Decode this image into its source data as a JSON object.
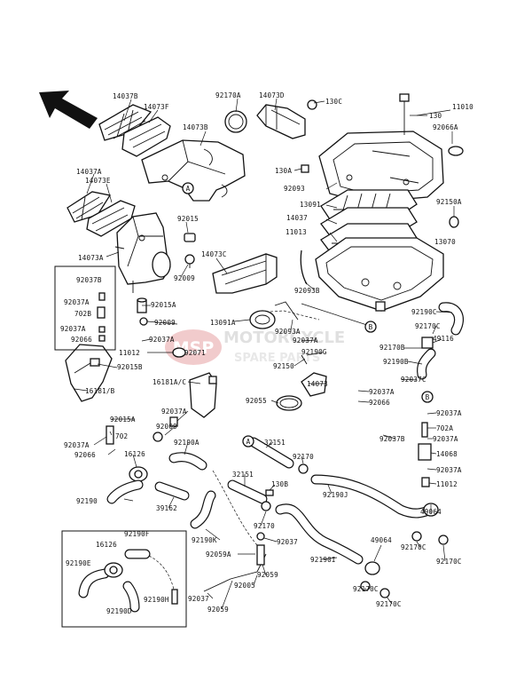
{
  "watermark": {
    "logo": "MSP",
    "line1": "MOTORCYCLE",
    "line2": "SPARE PARTS"
  },
  "callouts": {
    "a": "A",
    "b": "B"
  },
  "parts": [
    {
      "id": "p1",
      "text": "14037B"
    },
    {
      "id": "p2",
      "text": "14073F"
    },
    {
      "id": "p3",
      "text": "92170A"
    },
    {
      "id": "p4",
      "text": "14073D"
    },
    {
      "id": "p5",
      "text": "130C"
    },
    {
      "id": "p6",
      "text": "11010"
    },
    {
      "id": "p7",
      "text": "130"
    },
    {
      "id": "p8",
      "text": "92066A"
    },
    {
      "id": "p9",
      "text": "14073B"
    },
    {
      "id": "p10",
      "text": "14037A"
    },
    {
      "id": "p11",
      "text": "14073E"
    },
    {
      "id": "p12",
      "text": "130A"
    },
    {
      "id": "p13",
      "text": "92093"
    },
    {
      "id": "p14",
      "text": "13091"
    },
    {
      "id": "p15",
      "text": "14037"
    },
    {
      "id": "p16",
      "text": "11013"
    },
    {
      "id": "p17",
      "text": "92150A"
    },
    {
      "id": "p18",
      "text": "13070"
    },
    {
      "id": "p19",
      "text": "92015"
    },
    {
      "id": "p20",
      "text": "14073A"
    },
    {
      "id": "p21",
      "text": "92009"
    },
    {
      "id": "p22",
      "text": "14073C"
    },
    {
      "id": "p23",
      "text": "92093B"
    },
    {
      "id": "p24",
      "text": "92037B"
    },
    {
      "id": "p25",
      "text": "92037A"
    },
    {
      "id": "p26",
      "text": "702B"
    },
    {
      "id": "p27",
      "text": "92037A"
    },
    {
      "id": "p28",
      "text": "92066"
    },
    {
      "id": "p29",
      "text": "92015A"
    },
    {
      "id": "p30",
      "text": "92009"
    },
    {
      "id": "p31",
      "text": "13091A"
    },
    {
      "id": "p32",
      "text": "92093A"
    },
    {
      "id": "p33",
      "text": "92190C"
    },
    {
      "id": "p34",
      "text": "92170C"
    },
    {
      "id": "p35",
      "text": "49116"
    },
    {
      "id": "p36",
      "text": "92170B"
    },
    {
      "id": "p37",
      "text": "92190B"
    },
    {
      "id": "p38",
      "text": "92037A"
    },
    {
      "id": "p39",
      "text": "11012"
    },
    {
      "id": "p40",
      "text": "92071"
    },
    {
      "id": "p41",
      "text": "92037A"
    },
    {
      "id": "p42",
      "text": "92190G"
    },
    {
      "id": "p43",
      "text": "92015B"
    },
    {
      "id": "p44",
      "text": "92150"
    },
    {
      "id": "p45",
      "text": "16181/B"
    },
    {
      "id": "p46",
      "text": "16181A/C"
    },
    {
      "id": "p47",
      "text": "92037C"
    },
    {
      "id": "p48",
      "text": "14073"
    },
    {
      "id": "p49",
      "text": "92037A"
    },
    {
      "id": "p50",
      "text": "92055"
    },
    {
      "id": "p51",
      "text": "92066"
    },
    {
      "id": "p52",
      "text": "92037A"
    },
    {
      "id": "p53",
      "text": "92015A"
    },
    {
      "id": "p54",
      "text": "92009"
    },
    {
      "id": "p55",
      "text": "92037A"
    },
    {
      "id": "p56",
      "text": "702"
    },
    {
      "id": "p57",
      "text": "92066"
    },
    {
      "id": "p58",
      "text": "92190A"
    },
    {
      "id": "p59",
      "text": "16126"
    },
    {
      "id": "p60",
      "text": "92037B"
    },
    {
      "id": "p61",
      "text": "92037A"
    },
    {
      "id": "p62",
      "text": "702A"
    },
    {
      "id": "p63",
      "text": "92037A"
    },
    {
      "id": "p64",
      "text": "14068"
    },
    {
      "id": "p65",
      "text": "92037A"
    },
    {
      "id": "p66",
      "text": "11012"
    },
    {
      "id": "p67",
      "text": "32151"
    },
    {
      "id": "p68",
      "text": "92170"
    },
    {
      "id": "p69",
      "text": "32151"
    },
    {
      "id": "p70",
      "text": "130B"
    },
    {
      "id": "p71",
      "text": "92190J"
    },
    {
      "id": "p72",
      "text": "92190"
    },
    {
      "id": "p73",
      "text": "39162"
    },
    {
      "id": "p74",
      "text": "92170"
    },
    {
      "id": "p75",
      "text": "49064"
    },
    {
      "id": "p76",
      "text": "92190K"
    },
    {
      "id": "p77",
      "text": "92037"
    },
    {
      "id": "p78",
      "text": "92170C"
    },
    {
      "id": "p79",
      "text": "92170C"
    },
    {
      "id": "p80",
      "text": "92059A"
    },
    {
      "id": "p81",
      "text": "92190I"
    },
    {
      "id": "p82",
      "text": "49064"
    },
    {
      "id": "p83",
      "text": "92059"
    },
    {
      "id": "p84",
      "text": "92005"
    },
    {
      "id": "p85",
      "text": "92170C"
    },
    {
      "id": "p86",
      "text": "92190F"
    },
    {
      "id": "p87",
      "text": "16126"
    },
    {
      "id": "p88",
      "text": "92190E"
    },
    {
      "id": "p89",
      "text": "92190H"
    },
    {
      "id": "p90",
      "text": "92190D"
    },
    {
      "id": "p91",
      "text": "92037"
    },
    {
      "id": "p92",
      "text": "92059"
    },
    {
      "id": "p93",
      "text": "92170C"
    }
  ]
}
